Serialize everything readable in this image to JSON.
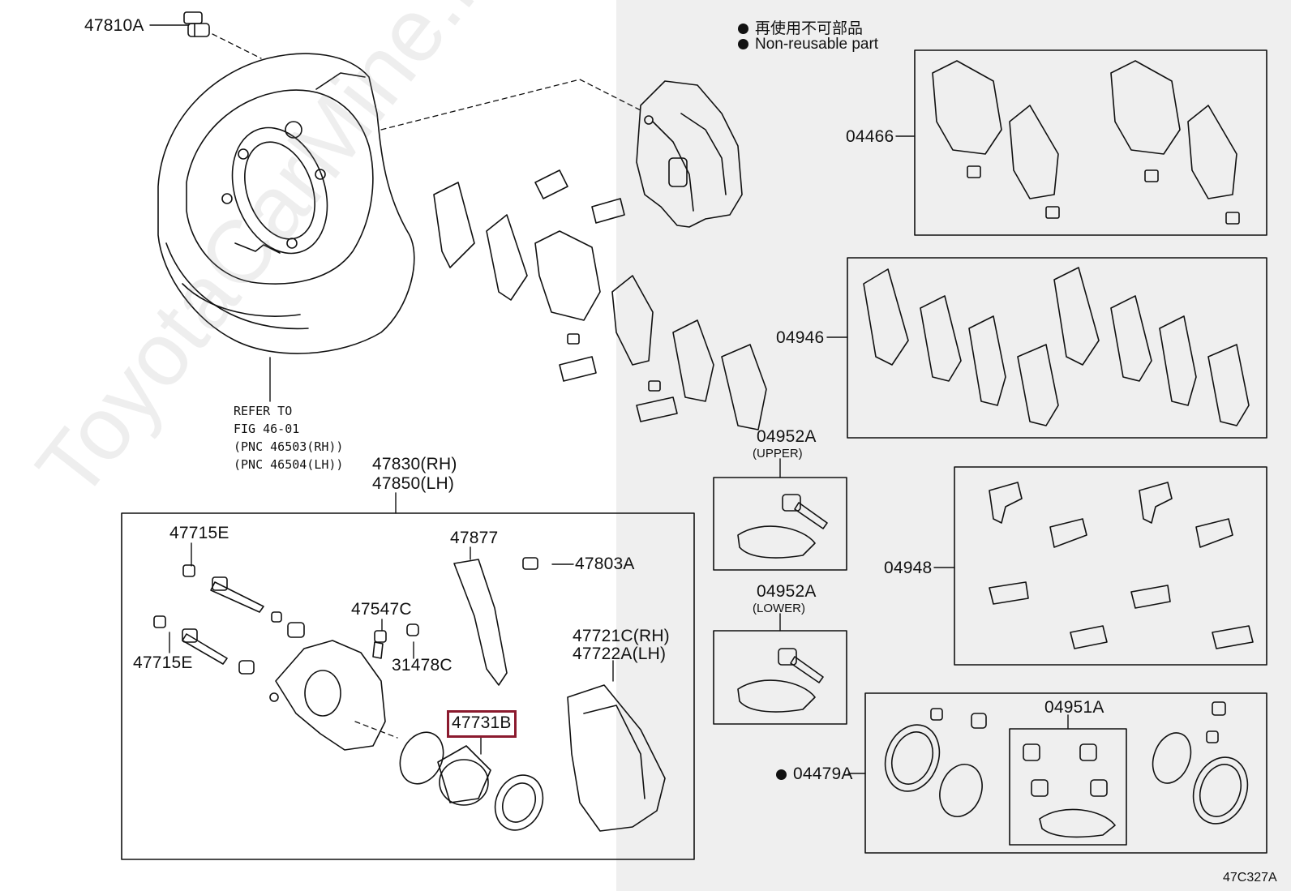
{
  "legend": {
    "line_jp": "再使用不可部品",
    "line_en": "Non-reusable part"
  },
  "figure_code": "47C327A",
  "watermark": "ToyotaCarMine.ru",
  "refer": {
    "line1": "REFER TO",
    "line2": "FIG 46-01",
    "line3": "(PNC 46503(RH))",
    "line4": "(PNC 46504(LH))"
  },
  "parts": {
    "p47810A": "47810A",
    "p04466": "04466",
    "p04946": "04946",
    "p04952A_upper": "04952A",
    "upper": "(UPPER)",
    "p04952A_lower": "04952A",
    "lower": "(LOWER)",
    "p04948": "04948",
    "p04951A": "04951A",
    "p04479A": "04479A",
    "p47830": "47830(RH)",
    "p47850": "47850(LH)",
    "p47715E_top": "47715E",
    "p47715E_bottom": "47715E",
    "p47877": "47877",
    "p47803A": "47803A",
    "p47547C": "47547C",
    "p31478C": "31478C",
    "p47721C": "47721C(RH)",
    "p47722A": "47722A(LH)",
    "p47731B": "47731B"
  },
  "colors": {
    "highlight": "#8b1a2e",
    "line": "#111111",
    "shade": "#efefef"
  }
}
